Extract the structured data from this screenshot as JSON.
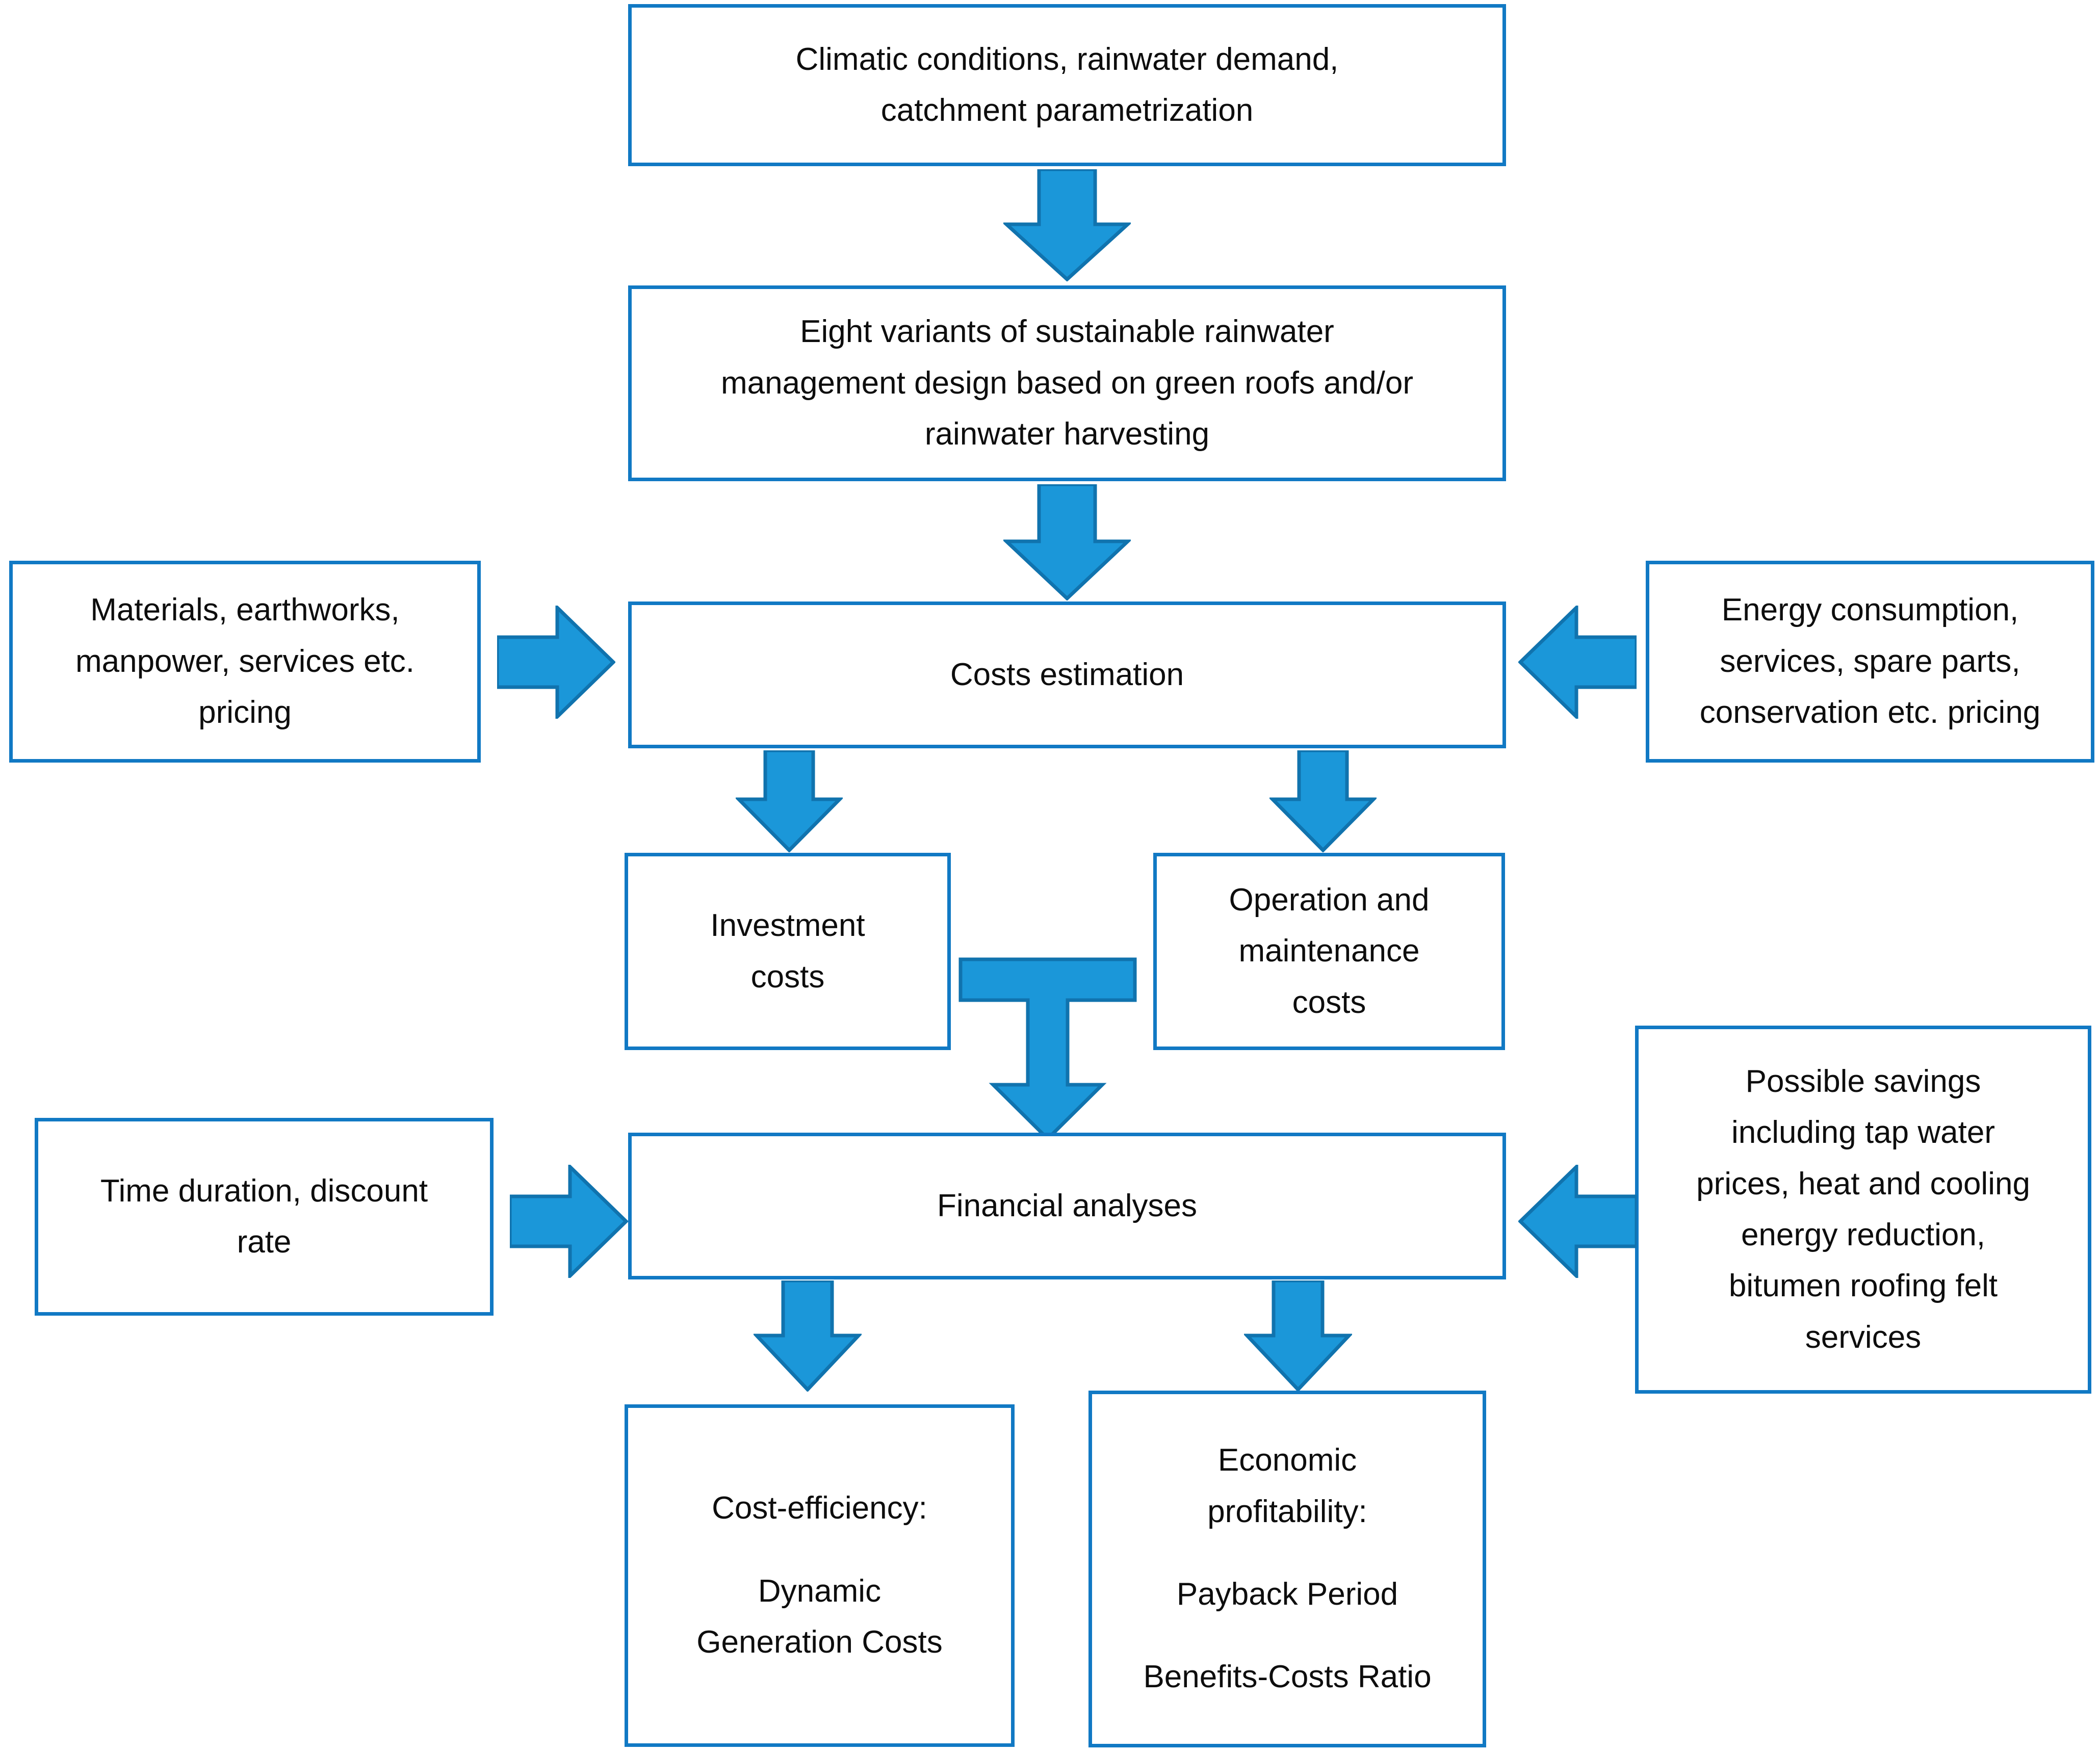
{
  "diagram": {
    "title": "Methodology flowchart for sustainable rainwater management cost and financial analysis",
    "colors": {
      "box_border": "#1179C4",
      "arrow_fill": "#1B97D9",
      "arrow_stroke": "#1073AE",
      "text": "#0d0d0d",
      "background": "#ffffff"
    },
    "nodes": [
      {
        "id": "inputs-climate",
        "lines": [
          "Climatic conditions, rainwater demand,",
          "catchment parametrization"
        ]
      },
      {
        "id": "variants",
        "lines": [
          "Eight variants of sustainable rainwater",
          "management design based on green roofs and/or",
          "rainwater harvesting"
        ]
      },
      {
        "id": "materials-pricing",
        "lines": [
          "Materials, earthworks,",
          "manpower, services etc.",
          "pricing"
        ]
      },
      {
        "id": "costs-estimation",
        "lines": [
          "Costs estimation"
        ]
      },
      {
        "id": "energy-pricing",
        "lines": [
          "Energy consumption,",
          "services, spare parts,",
          "conservation etc. pricing"
        ]
      },
      {
        "id": "investment-costs",
        "lines": [
          "Investment",
          "costs"
        ]
      },
      {
        "id": "om-costs",
        "lines": [
          "Operation and",
          "maintenance",
          "costs"
        ]
      },
      {
        "id": "time-discount",
        "lines": [
          "Time duration, discount",
          "rate"
        ]
      },
      {
        "id": "financial-analyses",
        "lines": [
          "Financial analyses"
        ]
      },
      {
        "id": "possible-savings",
        "lines": [
          "Possible savings",
          "including tap water",
          "prices, heat and cooling",
          "energy reduction,",
          "bitumen roofing felt",
          "services"
        ]
      },
      {
        "id": "cost-efficiency",
        "lines": [
          "Cost-efficiency:",
          "",
          "Dynamic",
          "Generation Costs"
        ]
      },
      {
        "id": "economic-profitability",
        "lines": [
          "Economic",
          "profitability:",
          "",
          "Payback Period",
          "",
          "Benefits-Costs Ratio"
        ]
      }
    ],
    "connectors": [
      {
        "id": "climate-to-variants",
        "type": "arrow-down"
      },
      {
        "id": "variants-to-costs",
        "type": "arrow-down"
      },
      {
        "id": "materials-to-costs",
        "type": "arrow-right"
      },
      {
        "id": "energy-to-costs",
        "type": "arrow-left"
      },
      {
        "id": "costs-to-investment",
        "type": "arrow-down"
      },
      {
        "id": "costs-to-om",
        "type": "arrow-down"
      },
      {
        "id": "costs-merge-to-financial",
        "type": "tee-down"
      },
      {
        "id": "time-to-financial",
        "type": "arrow-right"
      },
      {
        "id": "savings-to-financial",
        "type": "arrow-left"
      },
      {
        "id": "financial-to-cost-efficiency",
        "type": "arrow-down"
      },
      {
        "id": "financial-to-economic-profitability",
        "type": "arrow-down"
      }
    ]
  }
}
